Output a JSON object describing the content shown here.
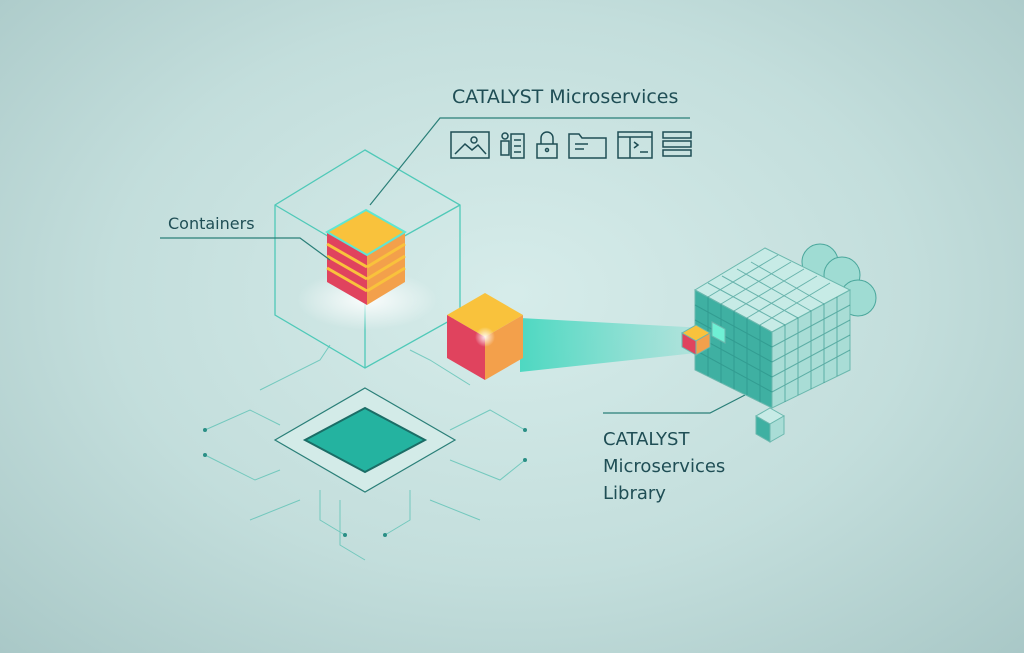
{
  "labels": {
    "microservices": "CATALYST Microservices",
    "containers": "Containers",
    "library_line1": "CATALYST",
    "library_line2": "Microservices",
    "library_line3": "Library"
  },
  "icons": [
    "image-icon",
    "user-list-icon",
    "lock-icon",
    "folder-icon",
    "code-window-icon",
    "server-rack-icon"
  ],
  "colors": {
    "text": "#1f4e55",
    "teal": "#2fb3a5",
    "yellow": "#f9c23c",
    "red": "#e0435e",
    "orange": "#f3a04b",
    "wire": "#4fc9b8"
  }
}
